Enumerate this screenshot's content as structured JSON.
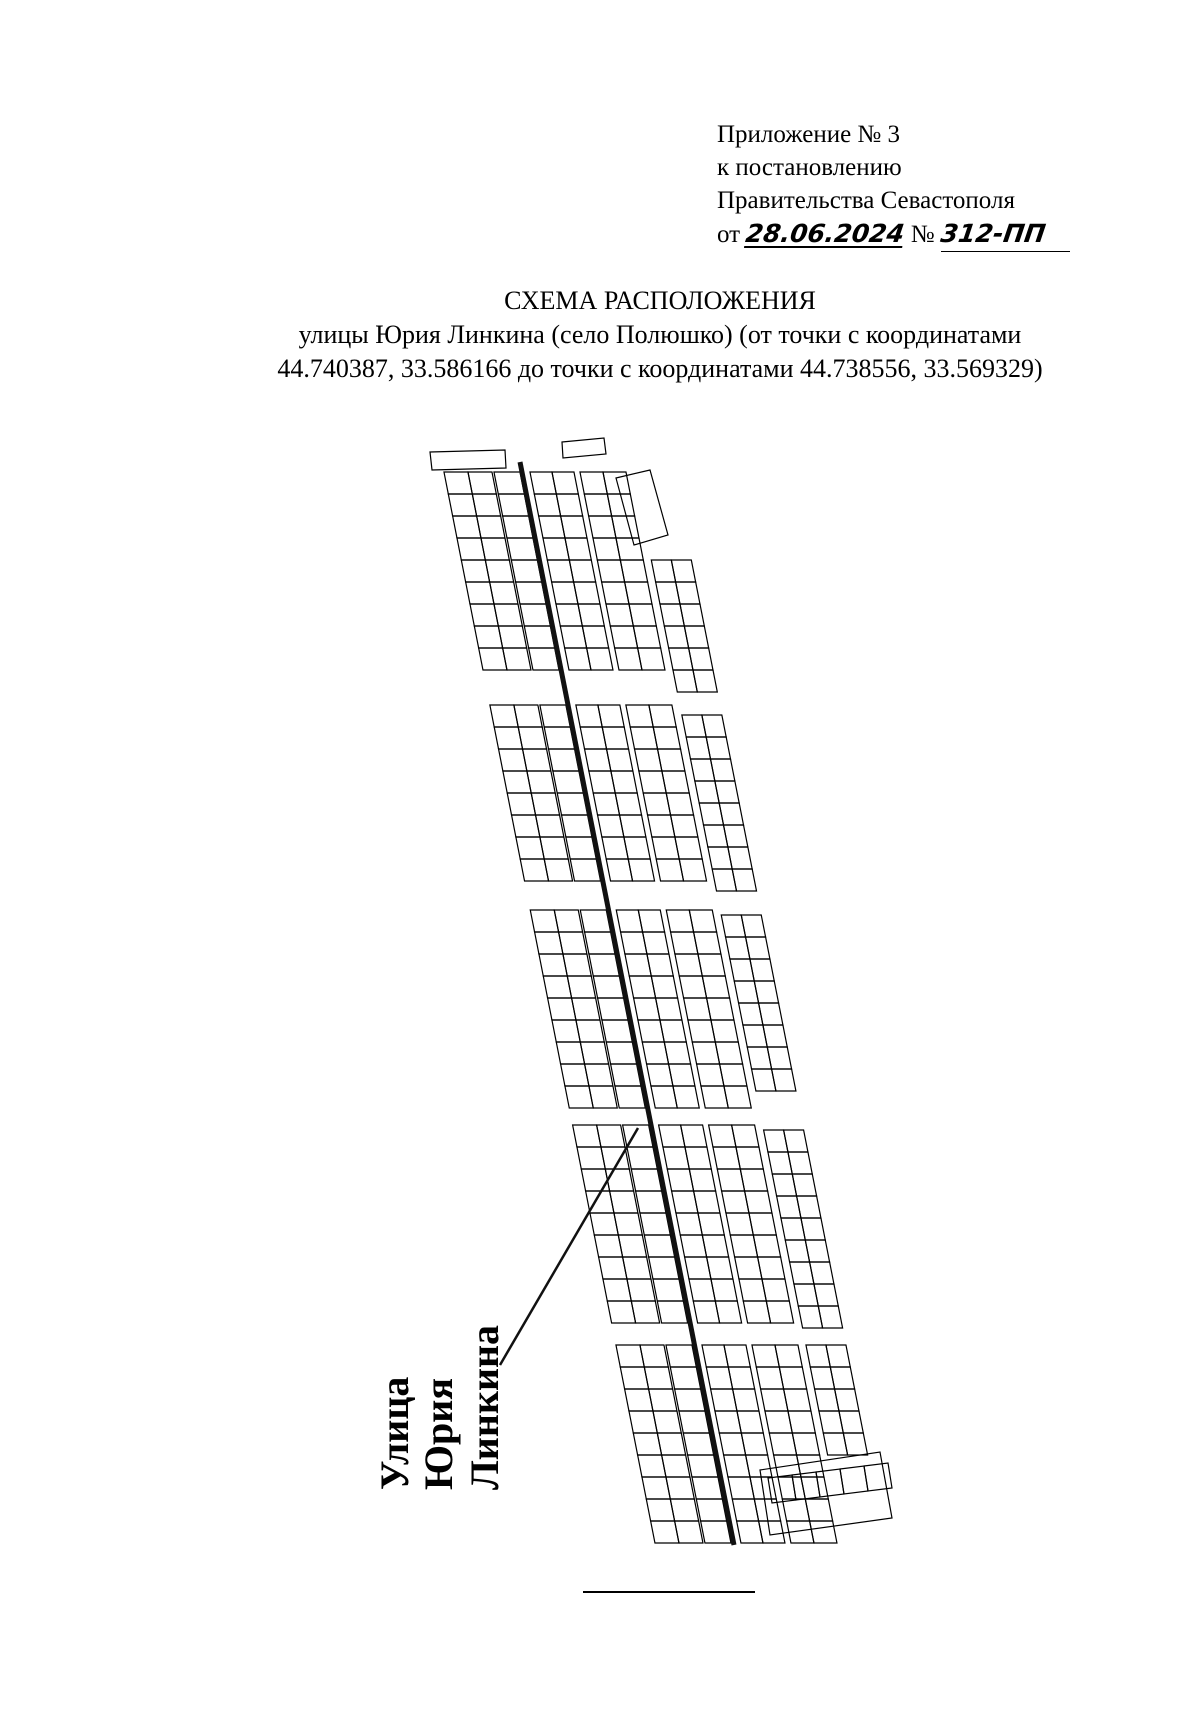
{
  "header": {
    "line1": "Приложение № 3",
    "line2": "к постановлению",
    "line3": "Правительства Севастополя",
    "date_prefix": "от",
    "date_value": "28.06.2024",
    "number_prefix": "№",
    "number_value": "312-ПП"
  },
  "title": {
    "line1": "СХЕМА РАСПОЛОЖЕНИЯ",
    "line2": "улицы Юрия Линкина (село Полюшко) (от точки с координатами",
    "line3": "44.740387, 33.586166 до точки с координатами 44.738556, 33.569329)"
  },
  "scheme": {
    "street_label": [
      "Улица",
      "Юрия",
      "Линкина"
    ],
    "colors": {
      "ink": "#000000",
      "street_line": "#111111"
    }
  }
}
